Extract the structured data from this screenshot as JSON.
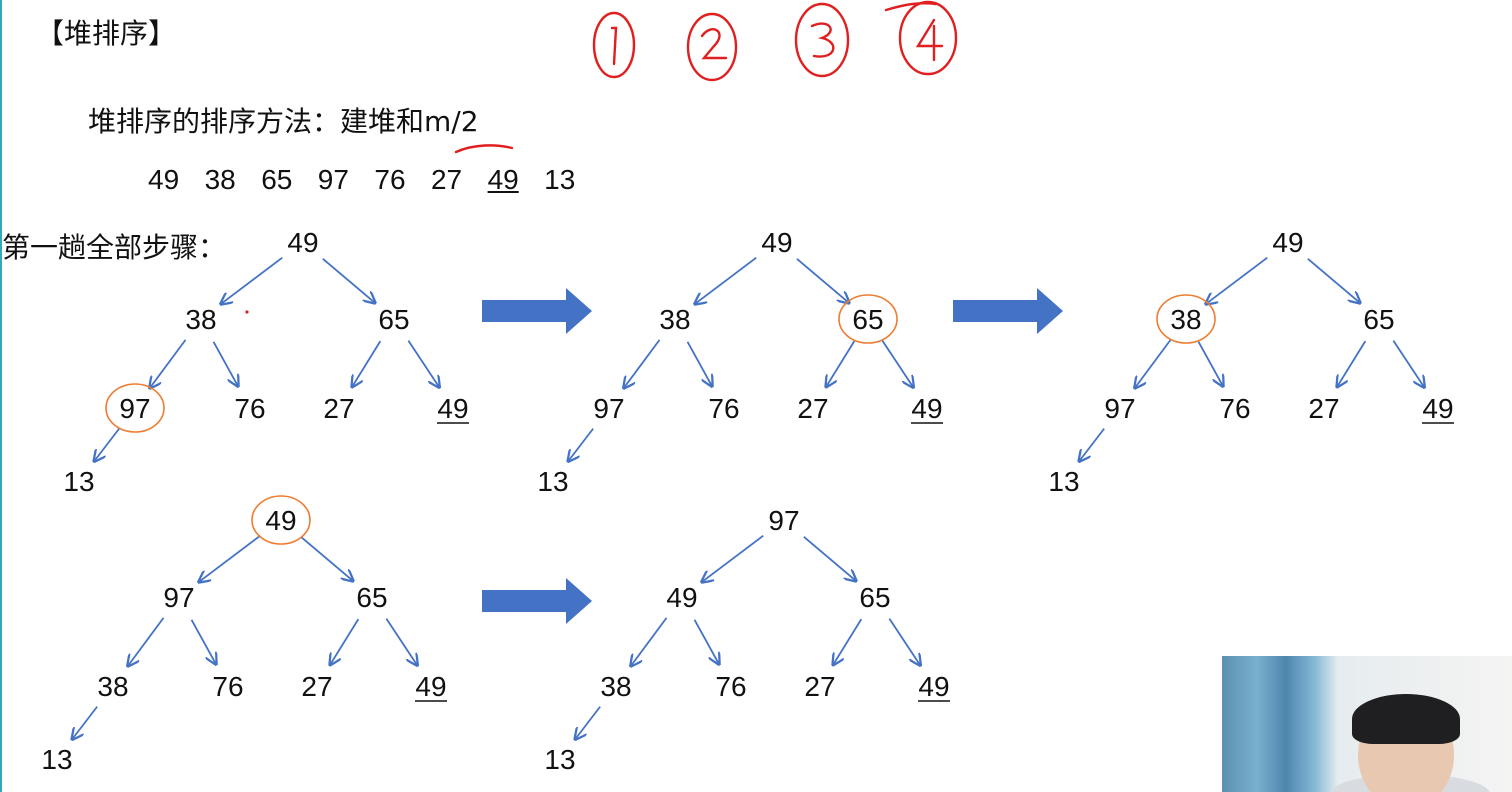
{
  "title": "【堆排序】",
  "method_text": "堆排序的排序方法：建堆和",
  "method_suffix": "m/2",
  "sequence": [
    "49",
    "38",
    "65",
    "97",
    "76",
    "27",
    "49",
    "13"
  ],
  "step_label": "第一趟全部步骤：",
  "trees": [
    {
      "nodes": [
        "49",
        "38",
        "65",
        "97",
        "76",
        "27",
        "49",
        "13"
      ],
      "circled_index": 3
    },
    {
      "nodes": [
        "49",
        "38",
        "65",
        "97",
        "76",
        "27",
        "49",
        "13"
      ],
      "circled_index": 2
    },
    {
      "nodes": [
        "49",
        "38",
        "65",
        "97",
        "76",
        "27",
        "49",
        "13"
      ],
      "circled_index": 1
    },
    {
      "nodes": [
        "49",
        "97",
        "65",
        "38",
        "76",
        "27",
        "49",
        "13"
      ],
      "circled_index": 0
    },
    {
      "nodes": [
        "97",
        "49",
        "65",
        "38",
        "76",
        "27",
        "49",
        "13"
      ],
      "circled_index": -1
    }
  ],
  "colors": {
    "edge": "#4472c4",
    "circle": "#ed7d31",
    "big_arrow": "#4472c4",
    "pen": "#e02020"
  },
  "hand_annotations": [
    "①",
    "②",
    "③",
    "④"
  ]
}
